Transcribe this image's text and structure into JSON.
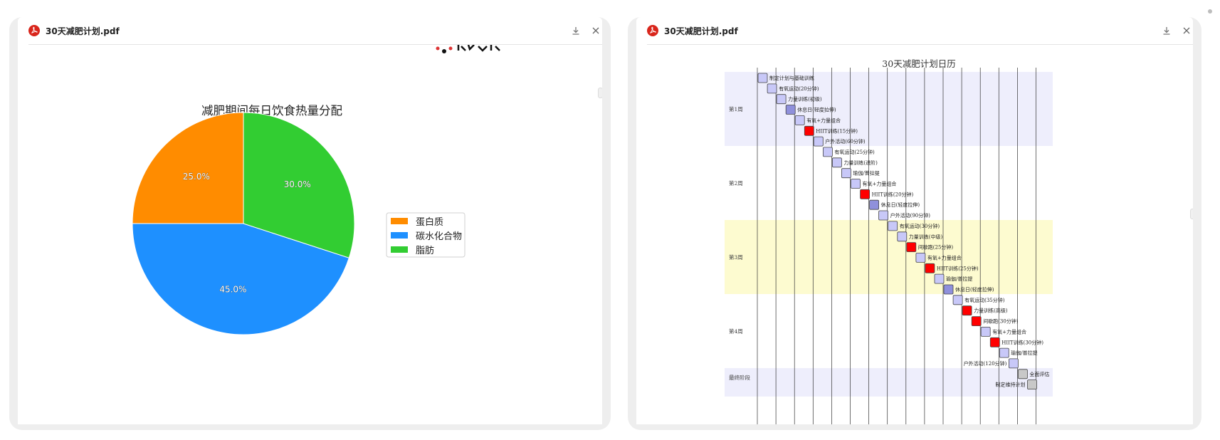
{
  "left_viewer": {
    "filename": "30天减肥计划.pdf",
    "icon": "pdf-icon",
    "download_icon": "download-icon",
    "close_icon": "close-icon",
    "chart_data": {
      "type": "pie",
      "title": "减肥期间每日饮食热量分配",
      "slices": [
        {
          "label": "蛋白质",
          "value": 25.0,
          "display": "25.0%",
          "color": "#FF8C00"
        },
        {
          "label": "碳水化合物",
          "value": 45.0,
          "display": "45.0%",
          "color": "#1E90FF"
        },
        {
          "label": "脂肪",
          "value": 30.0,
          "display": "30.0%",
          "color": "#32CD32"
        }
      ],
      "legend_position": "right"
    }
  },
  "right_viewer": {
    "filename": "30天减肥计划.pdf",
    "icon": "pdf-icon",
    "download_icon": "download-icon",
    "close_icon": "close-icon",
    "calendar": {
      "title": "30天减肥计划日历",
      "bands": [
        {
          "label": "第1周",
          "color": "#eeeefc"
        },
        {
          "label": "第2周",
          "color": "#ffffff"
        },
        {
          "label": "第3周",
          "color": "#fdfbd0"
        },
        {
          "label": "第4周",
          "color": "#ffffff"
        },
        {
          "label": "最终阶段",
          "color": "#eeeefc"
        }
      ],
      "activities": [
        {
          "label": "制定计划与基础训练",
          "kind": "normal"
        },
        {
          "label": "有氧运动(20分钟)",
          "kind": "normal"
        },
        {
          "label": "力量训练(初级)",
          "kind": "normal"
        },
        {
          "label": "休息日(轻度拉伸)",
          "kind": "rest"
        },
        {
          "label": "有氧+力量组合",
          "kind": "normal"
        },
        {
          "label": "HIIT训练(15分钟)",
          "kind": "intense"
        },
        {
          "label": "户外活动(60分钟)",
          "kind": "normal"
        },
        {
          "label": "有氧运动(25分钟)",
          "kind": "normal"
        },
        {
          "label": "力量训练(进阶)",
          "kind": "normal"
        },
        {
          "label": "瑜伽/普拉提",
          "kind": "normal"
        },
        {
          "label": "有氧+力量组合",
          "kind": "normal"
        },
        {
          "label": "HIIT训练(20分钟)",
          "kind": "intense"
        },
        {
          "label": "休息日(轻度拉伸)",
          "kind": "rest"
        },
        {
          "label": "户外活动(90分钟)",
          "kind": "normal"
        },
        {
          "label": "有氧运动(30分钟)",
          "kind": "normal"
        },
        {
          "label": "力量训练(中级)",
          "kind": "normal"
        },
        {
          "label": "间歇跑(25分钟)",
          "kind": "intense"
        },
        {
          "label": "有氧+力量组合",
          "kind": "normal"
        },
        {
          "label": "HIIT训练(25分钟)",
          "kind": "intense"
        },
        {
          "label": "瑜伽/普拉提",
          "kind": "normal"
        },
        {
          "label": "休息日(轻度拉伸)",
          "kind": "rest"
        },
        {
          "label": "有氧运动(35分钟)",
          "kind": "normal"
        },
        {
          "label": "力量训练(高级)",
          "kind": "intense"
        },
        {
          "label": "间歇跑(30分钟)",
          "kind": "intense"
        },
        {
          "label": "有氧+力量组合",
          "kind": "normal"
        },
        {
          "label": "HIIT训练(30分钟)",
          "kind": "intense"
        },
        {
          "label": "瑜伽/普拉提",
          "kind": "normal"
        },
        {
          "label": "户外活动(120分钟)",
          "kind": "normal",
          "label_side": "left"
        },
        {
          "label": "全面评估",
          "kind": "final"
        },
        {
          "label": "制定维持计划",
          "kind": "final",
          "label_side": "left"
        }
      ],
      "kind_colors": {
        "normal": "#c8c8f8",
        "rest": "#8f90dc",
        "intense": "#ff0000",
        "final": "#c8c8c8"
      }
    }
  }
}
